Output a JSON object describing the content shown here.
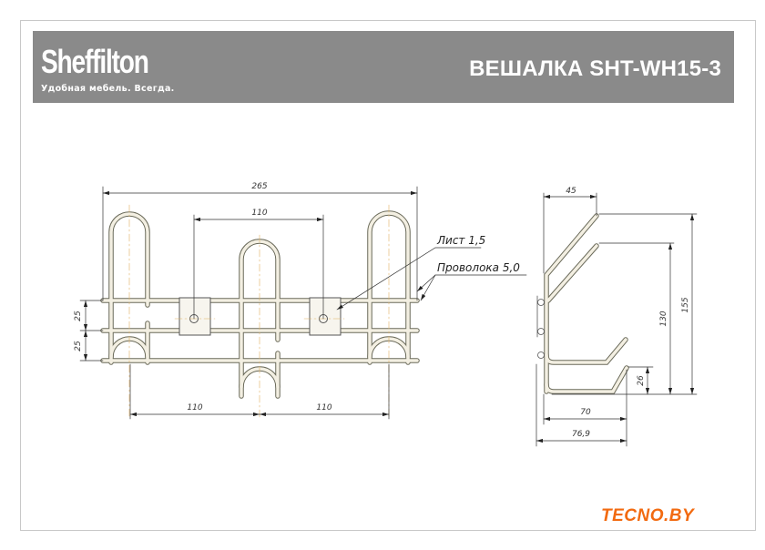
{
  "header": {
    "brand": "Sheffilton",
    "tagline": "Удобная мебель. Всегда.",
    "title": "ВЕШАЛКА SHT-WH15-3"
  },
  "front_view": {
    "dim_total_width": "265",
    "dim_plate_spacing": "110",
    "dim_rail_spacing_1": "25",
    "dim_rail_spacing_2": "25",
    "dim_hook_spacing_left": "110",
    "dim_hook_spacing_right": "110",
    "label_sheet": "Лист 1,5",
    "label_wire": "Проволока 5,0"
  },
  "side_view": {
    "dim_top_depth": "45",
    "dim_height_total": "155",
    "dim_height_lower": "130",
    "dim_hook_tip": "26",
    "dim_depth": "70",
    "dim_depth_total": "76,9"
  },
  "watermark": "TECNO.BY",
  "colors": {
    "header_bg": "#8a8a8a",
    "wire": "#c9b98a",
    "logo": "#f26a10"
  }
}
